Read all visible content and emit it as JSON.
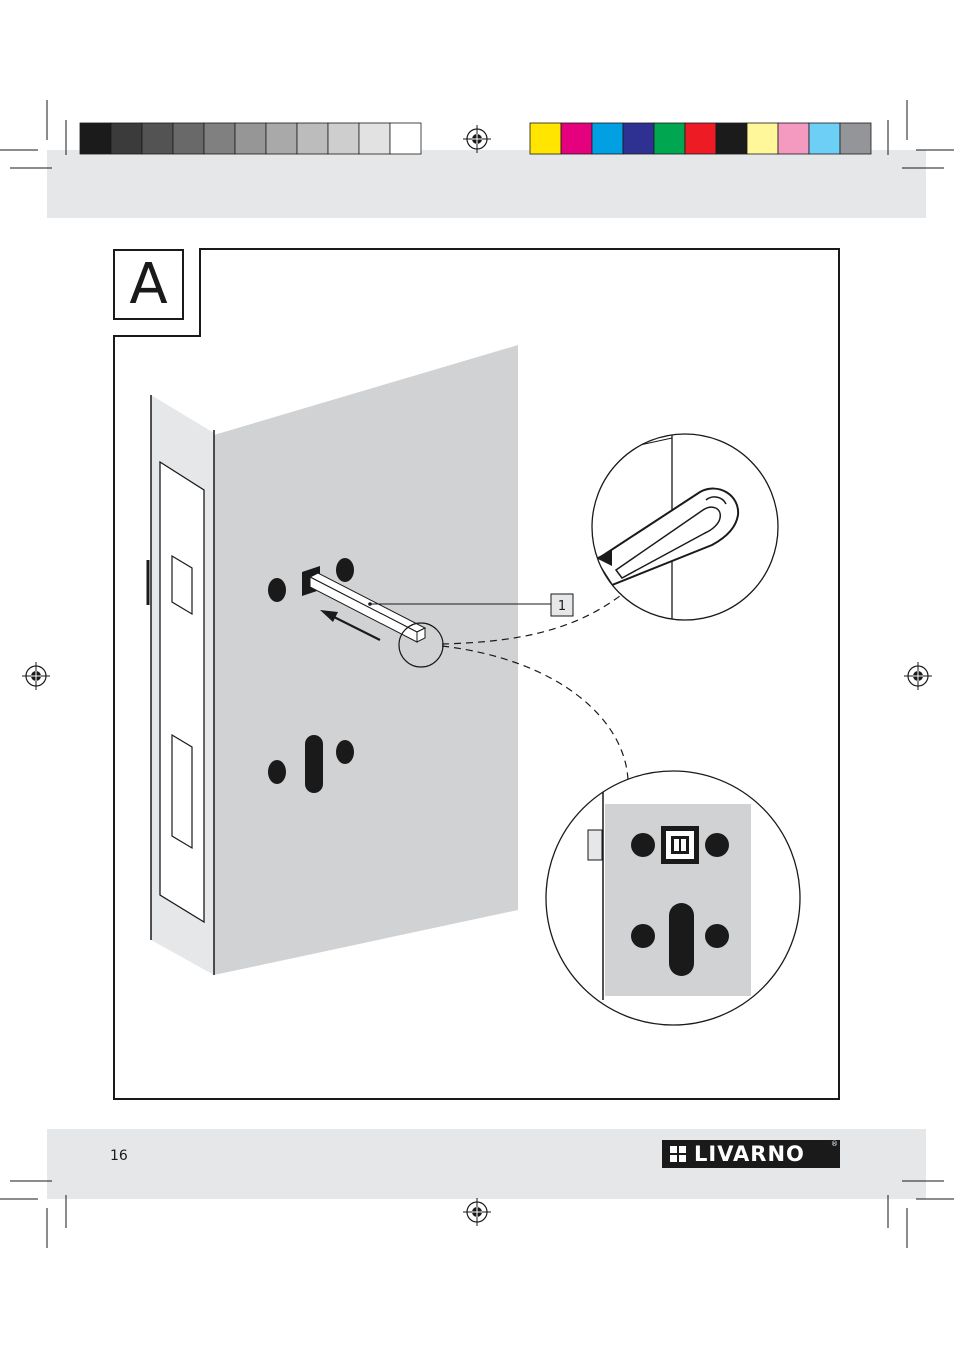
{
  "figure": {
    "label": "A"
  },
  "callout": {
    "number": "1"
  },
  "footer": {
    "page_number": "16",
    "brand": "LIVARNO",
    "brand_mark": "®"
  },
  "colors": {
    "grayscale_strip": [
      "#1b1b1b",
      "#3b3b3b",
      "#535353",
      "#696969",
      "#808080",
      "#969696",
      "#a9a9a9",
      "#bcbcbc",
      "#cecece",
      "#e2e2e2",
      "#ffffff"
    ],
    "color_strip": [
      "#ffe500",
      "#e5007e",
      "#00a0e3",
      "#2e3192",
      "#00a650",
      "#ed1c24",
      "#1b1b1b",
      "#fff799",
      "#f49ac1",
      "#6dcff6",
      "#939598"
    ],
    "band_gray": "#e6e7e8",
    "door_gray": "#d1d2d4"
  },
  "icons": [
    "registration-mark-icon",
    "crop-mark-icon",
    "arrow-icon",
    "screwdriver-icon"
  ]
}
